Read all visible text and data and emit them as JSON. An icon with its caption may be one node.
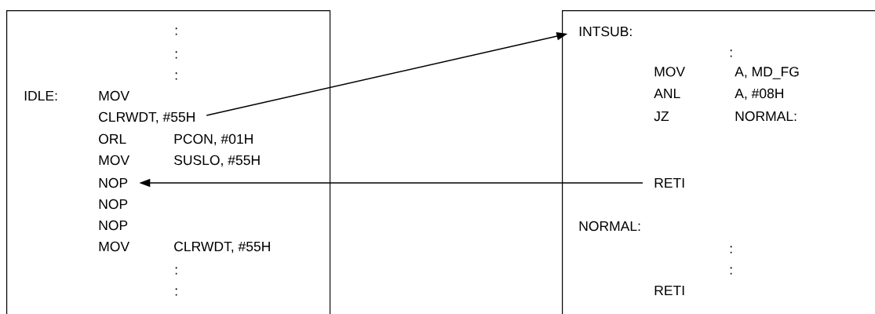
{
  "diagram": {
    "nodes": [
      {
        "text": [],
        "shape": "box"
      },
      {
        "text": [],
        "shape": "box"
      },
      {
        "text": [
          ":"
        ],
        "in": 0
      },
      {
        "text": [
          ":"
        ],
        "in": 0
      },
      {
        "text": [
          ":"
        ],
        "in": 0
      },
      {
        "text": [
          "IDLE:",
          "MOV"
        ],
        "in": 0
      },
      {
        "text": [
          "CLRWDT, #55H"
        ],
        "in": 0
      },
      {
        "text": [
          "ORL",
          "PCON, #01H"
        ],
        "in": 0
      },
      {
        "text": [
          "MOV",
          "SUSLO, #55H"
        ],
        "in": 0
      },
      {
        "text": [
          "NOP"
        ],
        "in": 0
      },
      {
        "text": [
          "NOP"
        ],
        "in": 0
      },
      {
        "text": [
          "NOP"
        ],
        "in": 0
      },
      {
        "text": [
          "MOV",
          "CLRWDT, #55H"
        ],
        "in": 0
      },
      {
        "text": [
          ":"
        ],
        "in": 0
      },
      {
        "text": [
          ":"
        ],
        "in": 0
      },
      {
        "text": [
          "INTSUB:"
        ],
        "in": 1
      },
      {
        "text": [
          ":"
        ],
        "in": 1
      },
      {
        "text": [
          "MOV",
          "A, MD_FG"
        ],
        "in": 1
      },
      {
        "text": [
          "ANL",
          "A, #08H"
        ],
        "in": 1
      },
      {
        "text": [
          "JZ",
          "NORMAL:"
        ],
        "in": 1
      },
      {
        "text": [
          "RETI"
        ],
        "in": 1
      },
      {
        "text": [
          "NORMAL:"
        ],
        "in": 1
      },
      {
        "text": [
          ":"
        ],
        "in": 1
      },
      {
        "text": [
          ":"
        ],
        "in": 1
      },
      {
        "text": [
          "RETI"
        ],
        "in": 1
      }
    ],
    "edges": [
      {
        "from": 6,
        "to": 15,
        "arrow": "to"
      },
      {
        "from": 20,
        "to": 9,
        "arrow": "to"
      }
    ]
  }
}
